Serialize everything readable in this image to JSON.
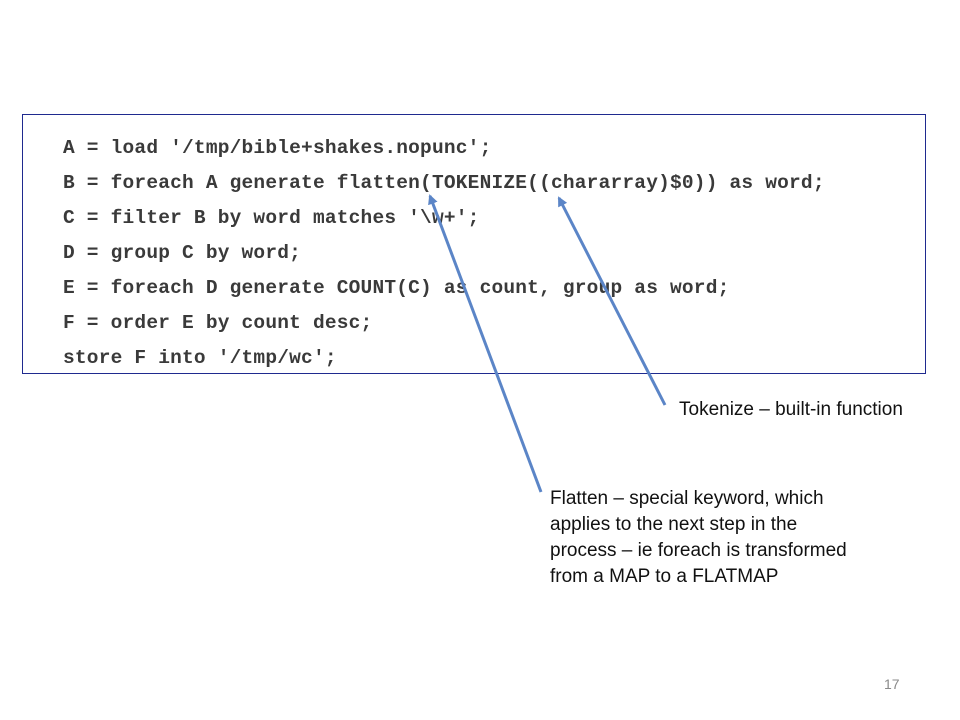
{
  "code": {
    "lines": [
      "A = load '/tmp/bible+shakes.nopunc';",
      "B = foreach A generate flatten(TOKENIZE((chararray)$0)) as word;",
      "C = filter B by word matches '\\w+';",
      "D = group C by word;",
      "E = foreach D generate COUNT(C) as count, group as word;",
      "F = order E by count desc;",
      "store F into '/tmp/wc';"
    ]
  },
  "annotations": {
    "tokenize": "Tokenize – built-in function",
    "flatten_lines": [
      "Flatten – special keyword, which",
      "applies to the next step in the",
      "process – ie foreach is transformed",
      "from a MAP to a FLATMAP"
    ]
  },
  "page_number": "17",
  "colors": {
    "code_border": "#1f2a8f",
    "arrow": "#5b85c7"
  }
}
